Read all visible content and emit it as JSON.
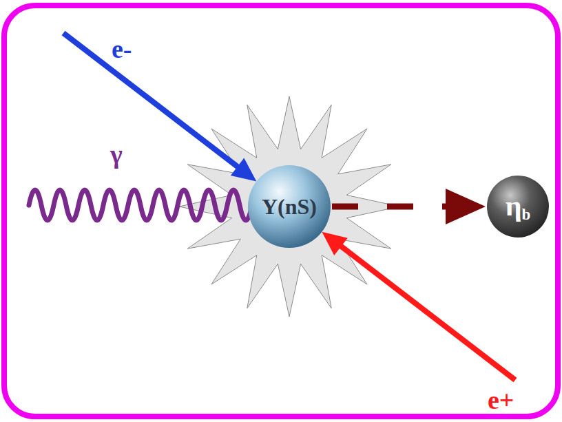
{
  "diagram": {
    "nodes": [
      {
        "text": [
          "Y(nS)"
        ]
      },
      {
        "text": [
          "ηb"
        ]
      }
    ],
    "edges": [
      {
        "from": 0,
        "to": 1,
        "arrow": "to"
      }
    ],
    "labels": [
      "e-",
      "γ",
      "e+"
    ]
  }
}
